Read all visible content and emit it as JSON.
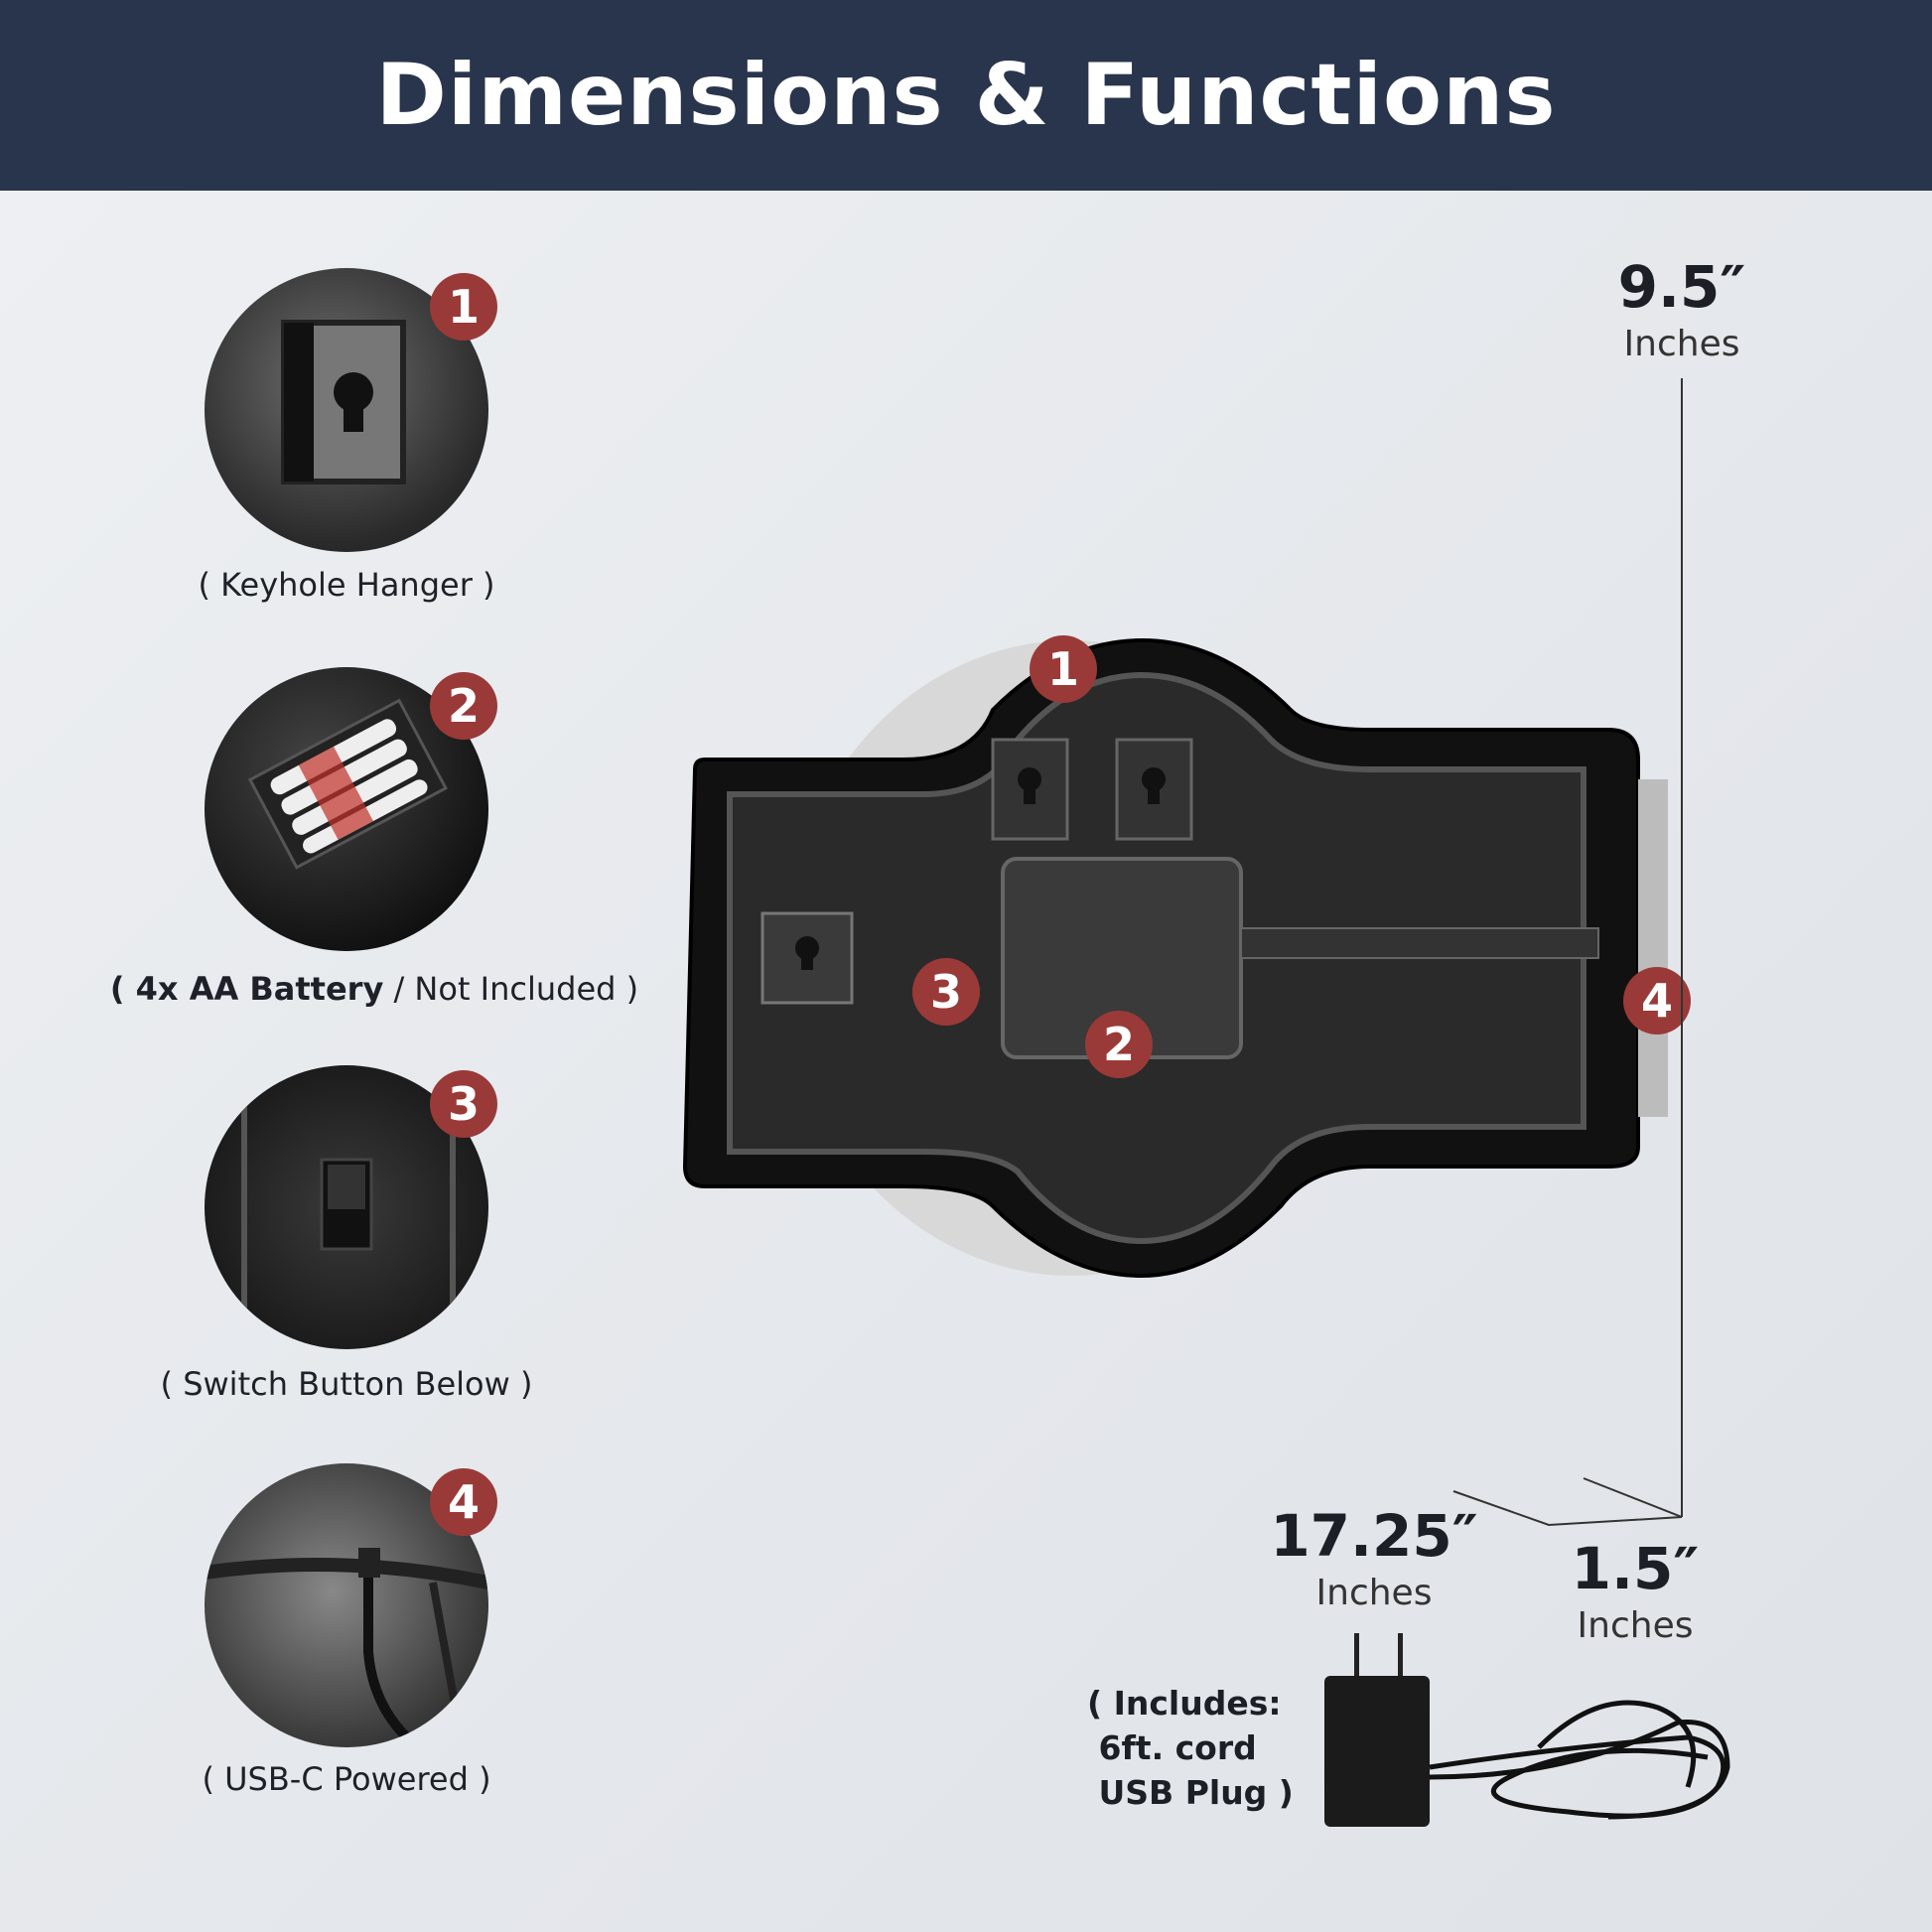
{
  "header": {
    "title": "Dimensions & Functions"
  },
  "features": [
    {
      "number": "1",
      "caption": "( Keyhole Hanger )"
    },
    {
      "number": "2",
      "caption_bold": "( 4x AA Battery",
      "caption_light": " / Not Included",
      "caption_end": " )"
    },
    {
      "number": "3",
      "caption": "( Switch Button Below )"
    },
    {
      "number": "4",
      "caption": "( USB-C Powered )"
    }
  ],
  "device_markers": [
    "1",
    "2",
    "3",
    "4"
  ],
  "dimensions": {
    "height": {
      "value": "9.5″",
      "unit": "Inches"
    },
    "width": {
      "value": "17.25″",
      "unit": "Inches"
    },
    "depth": {
      "value": "1.5″",
      "unit": "Inches"
    }
  },
  "includes": {
    "line1": "( Includes:",
    "line2": " 6ft. cord",
    "line3": " USB Plug )"
  },
  "colors": {
    "header": "#29354c",
    "badge": "#9a3a38"
  }
}
